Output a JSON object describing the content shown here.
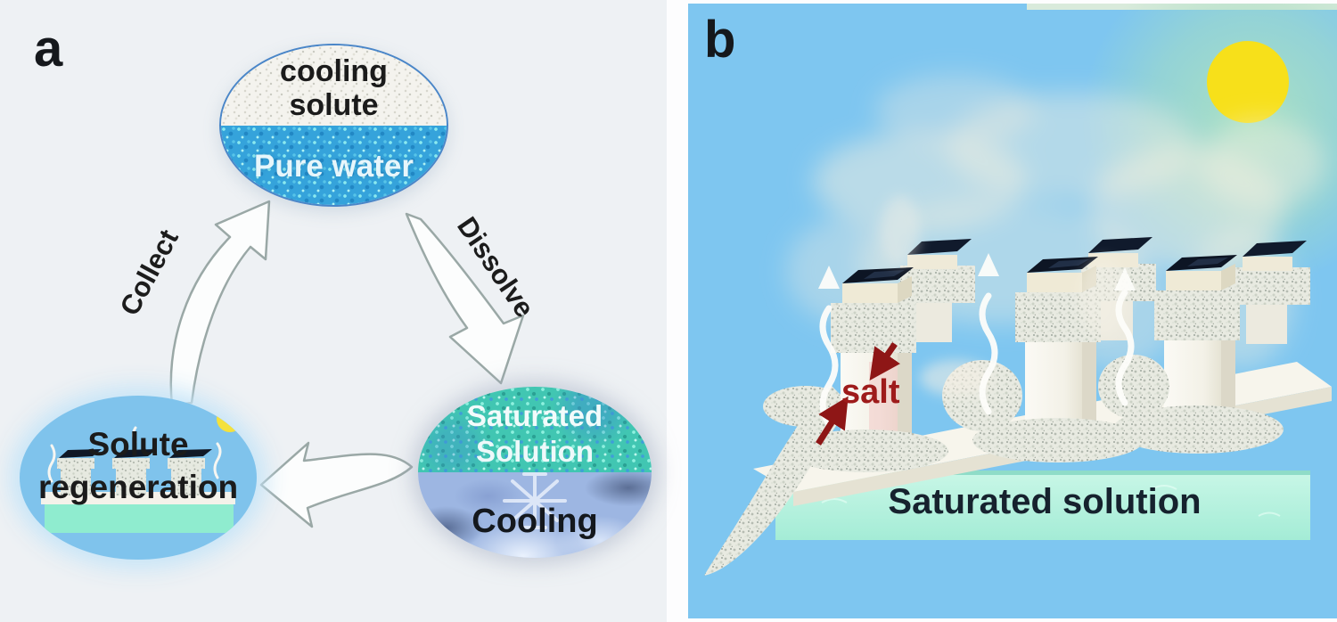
{
  "panels": {
    "a": {
      "label": "a"
    },
    "b": {
      "label": "b"
    }
  },
  "cycle": {
    "top_ellipse": {
      "title_line1": "cooling",
      "title_line2": "solute",
      "water_label": "Pure water"
    },
    "left_ellipse": {
      "title_line1": "Solute",
      "title_line2": "regeneration"
    },
    "right_ellipse": {
      "title_line1": "Saturated",
      "title_line2": "Solution",
      "bottom_label": "Cooling"
    },
    "collect_arrow_label": "Collect",
    "dissolve_arrow_label": "Dissolve"
  },
  "solar_scene": {
    "salt_label": "salt",
    "solution_label": "Saturated solution",
    "icons": {
      "sun": "sun-icon",
      "snowflake": "snowflake-icon",
      "vapor_arrow": "vapor-arrow-icon",
      "salt_arrow": "salt-arrow-icon"
    }
  },
  "colors": {
    "panel_a_bg": "#eef1f4",
    "sky_blue": "#7ec6f0",
    "sun_yellow": "#f7e01a",
    "sun_glow_green": "#aee3c0",
    "water_blue": "#35a3db",
    "solution_teal": "#41c6b2",
    "ice_blue": "#9db6e2",
    "circle_blue": "#7fc3ec",
    "salt_red": "#9e1b1b",
    "tank_aqua": "#b9f1de",
    "arrow_outline": "#9aa8a6"
  }
}
